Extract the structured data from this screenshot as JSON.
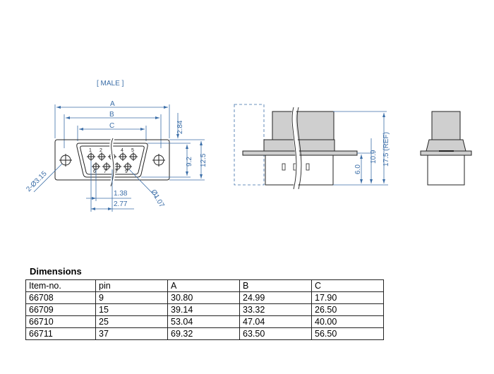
{
  "drawing": {
    "view_label": "[ MALE ]",
    "front_view": {
      "dim_A": "A",
      "dim_B": "B",
      "dim_C": "C",
      "dim_top": "2.84",
      "dim_9_2": "9.2",
      "dim_12_5": "12.5",
      "dim_hole": "2-Ø3.15",
      "dim_pin_dia": "Ø1.07",
      "dim_pin_offset": "1.38",
      "dim_pitch": "2.77",
      "pins": [
        "1",
        "2",
        "3",
        "4",
        "5",
        "6",
        "7",
        "8",
        "9"
      ]
    },
    "side_view": {
      "dim_6_0": "6.0",
      "dim_10_9": "10.9",
      "dim_17_5": "17.5 (REF)"
    }
  },
  "table": {
    "title": "Dimensions",
    "columns": [
      "Item-no.",
      "pin",
      "A",
      "B",
      "C"
    ],
    "rows": [
      [
        "66708",
        "9",
        "30.80",
        "24.99",
        "17.90"
      ],
      [
        "66709",
        "15",
        "39.14",
        "33.32",
        "26.50"
      ],
      [
        "66710",
        "25",
        "53.04",
        "47.04",
        "40.00"
      ],
      [
        "66711",
        "37",
        "69.32",
        "63.50",
        "56.50"
      ]
    ]
  }
}
